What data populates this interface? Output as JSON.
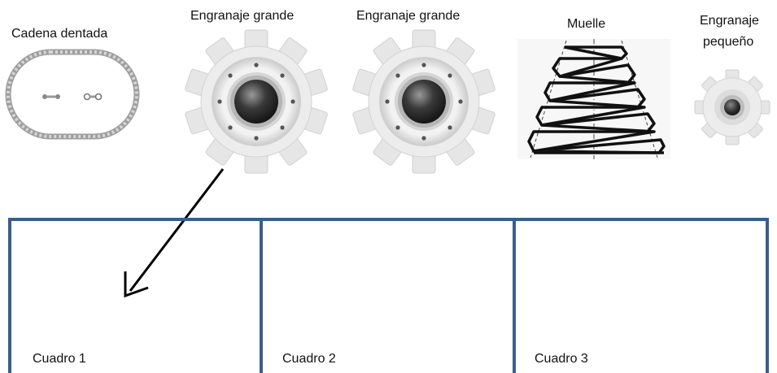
{
  "parts": [
    {
      "id": "chain",
      "label": "Cadena dentada"
    },
    {
      "id": "gear_large_1",
      "label": "Engranaje grande"
    },
    {
      "id": "gear_large_2",
      "label": "Engranaje grande"
    },
    {
      "id": "spring",
      "label": "Muelle"
    },
    {
      "id": "gear_small",
      "label_line1": "Engranaje",
      "label_line2": "pequeño"
    }
  ],
  "boxes": [
    {
      "label": "Cuadro 1"
    },
    {
      "label": "Cuadro 2"
    },
    {
      "label": "Cuadro 3"
    }
  ],
  "colors": {
    "frame": "#3b5d8a",
    "gear_light": "#ececec",
    "gear_mid": "#c9c9c9",
    "hub_dark": "#2a2a2a"
  }
}
